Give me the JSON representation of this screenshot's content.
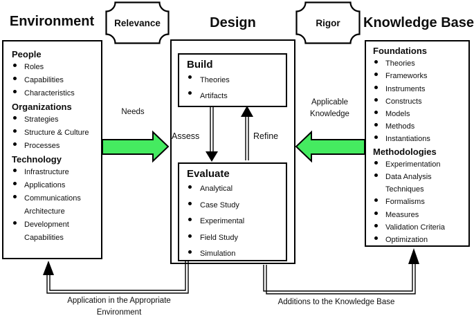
{
  "headings": {
    "environment": "Environment",
    "design": "Design",
    "knowledge_base": "Knowledge Base"
  },
  "plaques": {
    "relevance": "Relevance",
    "rigor": "Rigor"
  },
  "environment": {
    "sections": [
      {
        "title": "People",
        "items": [
          "Roles",
          "Capabilities",
          "Characteristics"
        ]
      },
      {
        "title": "Organizations",
        "items": [
          "Strategies",
          "Structure & Culture",
          "Processes"
        ]
      },
      {
        "title": "Technology",
        "items": [
          "Infrastructure",
          "Applications",
          "Communications Architecture",
          "Development Capabilities"
        ]
      }
    ]
  },
  "design": {
    "build": {
      "title": "Build",
      "items": [
        "Theories",
        "Artifacts"
      ]
    },
    "evaluate": {
      "title": "Evaluate",
      "items": [
        "Analytical",
        "Case Study",
        "Experimental",
        "Field Study",
        "Simulation"
      ]
    },
    "assess_label": "Assess",
    "refine_label": "Refine"
  },
  "knowledge_base": {
    "sections": [
      {
        "title": "Foundations",
        "items": [
          "Theories",
          "Frameworks",
          "Instruments",
          "Constructs",
          "Models",
          "Methods",
          "Instantiations"
        ]
      },
      {
        "title": "Methodologies",
        "items": [
          "Experimentation",
          "Data Analysis Techniques",
          "Formalisms",
          "Measures",
          "Validation Criteria",
          "Optimization"
        ]
      }
    ]
  },
  "flows": {
    "needs": "Needs",
    "applicable_knowledge": "Applicable Knowledge",
    "application": "Application in the Appropriate Environment",
    "additions": "Additions to the Knowledge Base"
  },
  "colors": {
    "arrow_green": "#45EB60",
    "line_black": "#000000"
  }
}
